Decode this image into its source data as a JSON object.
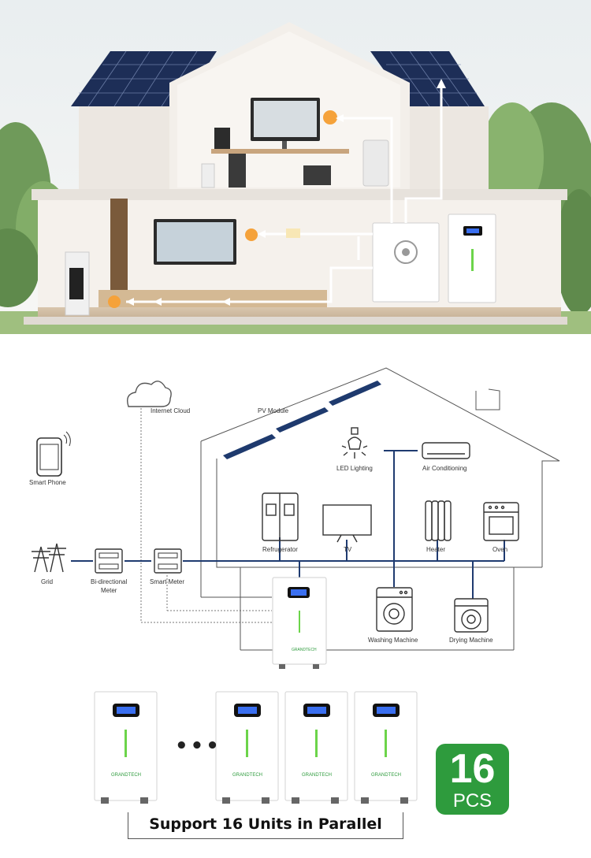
{
  "brand": "GRANDTECH",
  "scene": {
    "accent": "#f5a23a",
    "flow_color": "#ffffff"
  },
  "diagram": {
    "labels": {
      "internet_cloud": "Internet Cloud",
      "pv_module": "PV Module",
      "smart_phone": "Smart Phone",
      "led_lighting": "LED Lighting",
      "air_conditioning": "Air Conditioning",
      "refrigerator": "Refrugerator",
      "tv": "TV",
      "heater": "Heater",
      "oven": "Oven",
      "grid": "Grid",
      "bi_meter_line1": "Bi-directional",
      "bi_meter_line2": "Meter",
      "smart_meter": "Smart Meter",
      "washing_machine": "Washing Machine",
      "drying_machine": "Drying Machine"
    },
    "line_color": "#1f3b70",
    "solar_color": "#1e3a6e"
  },
  "parallel": {
    "dots": "•••",
    "caption": "Support 16 Units in Parallel",
    "badge_number": "16",
    "badge_unit": "PCS",
    "badge_color": "#2e9b3d"
  }
}
